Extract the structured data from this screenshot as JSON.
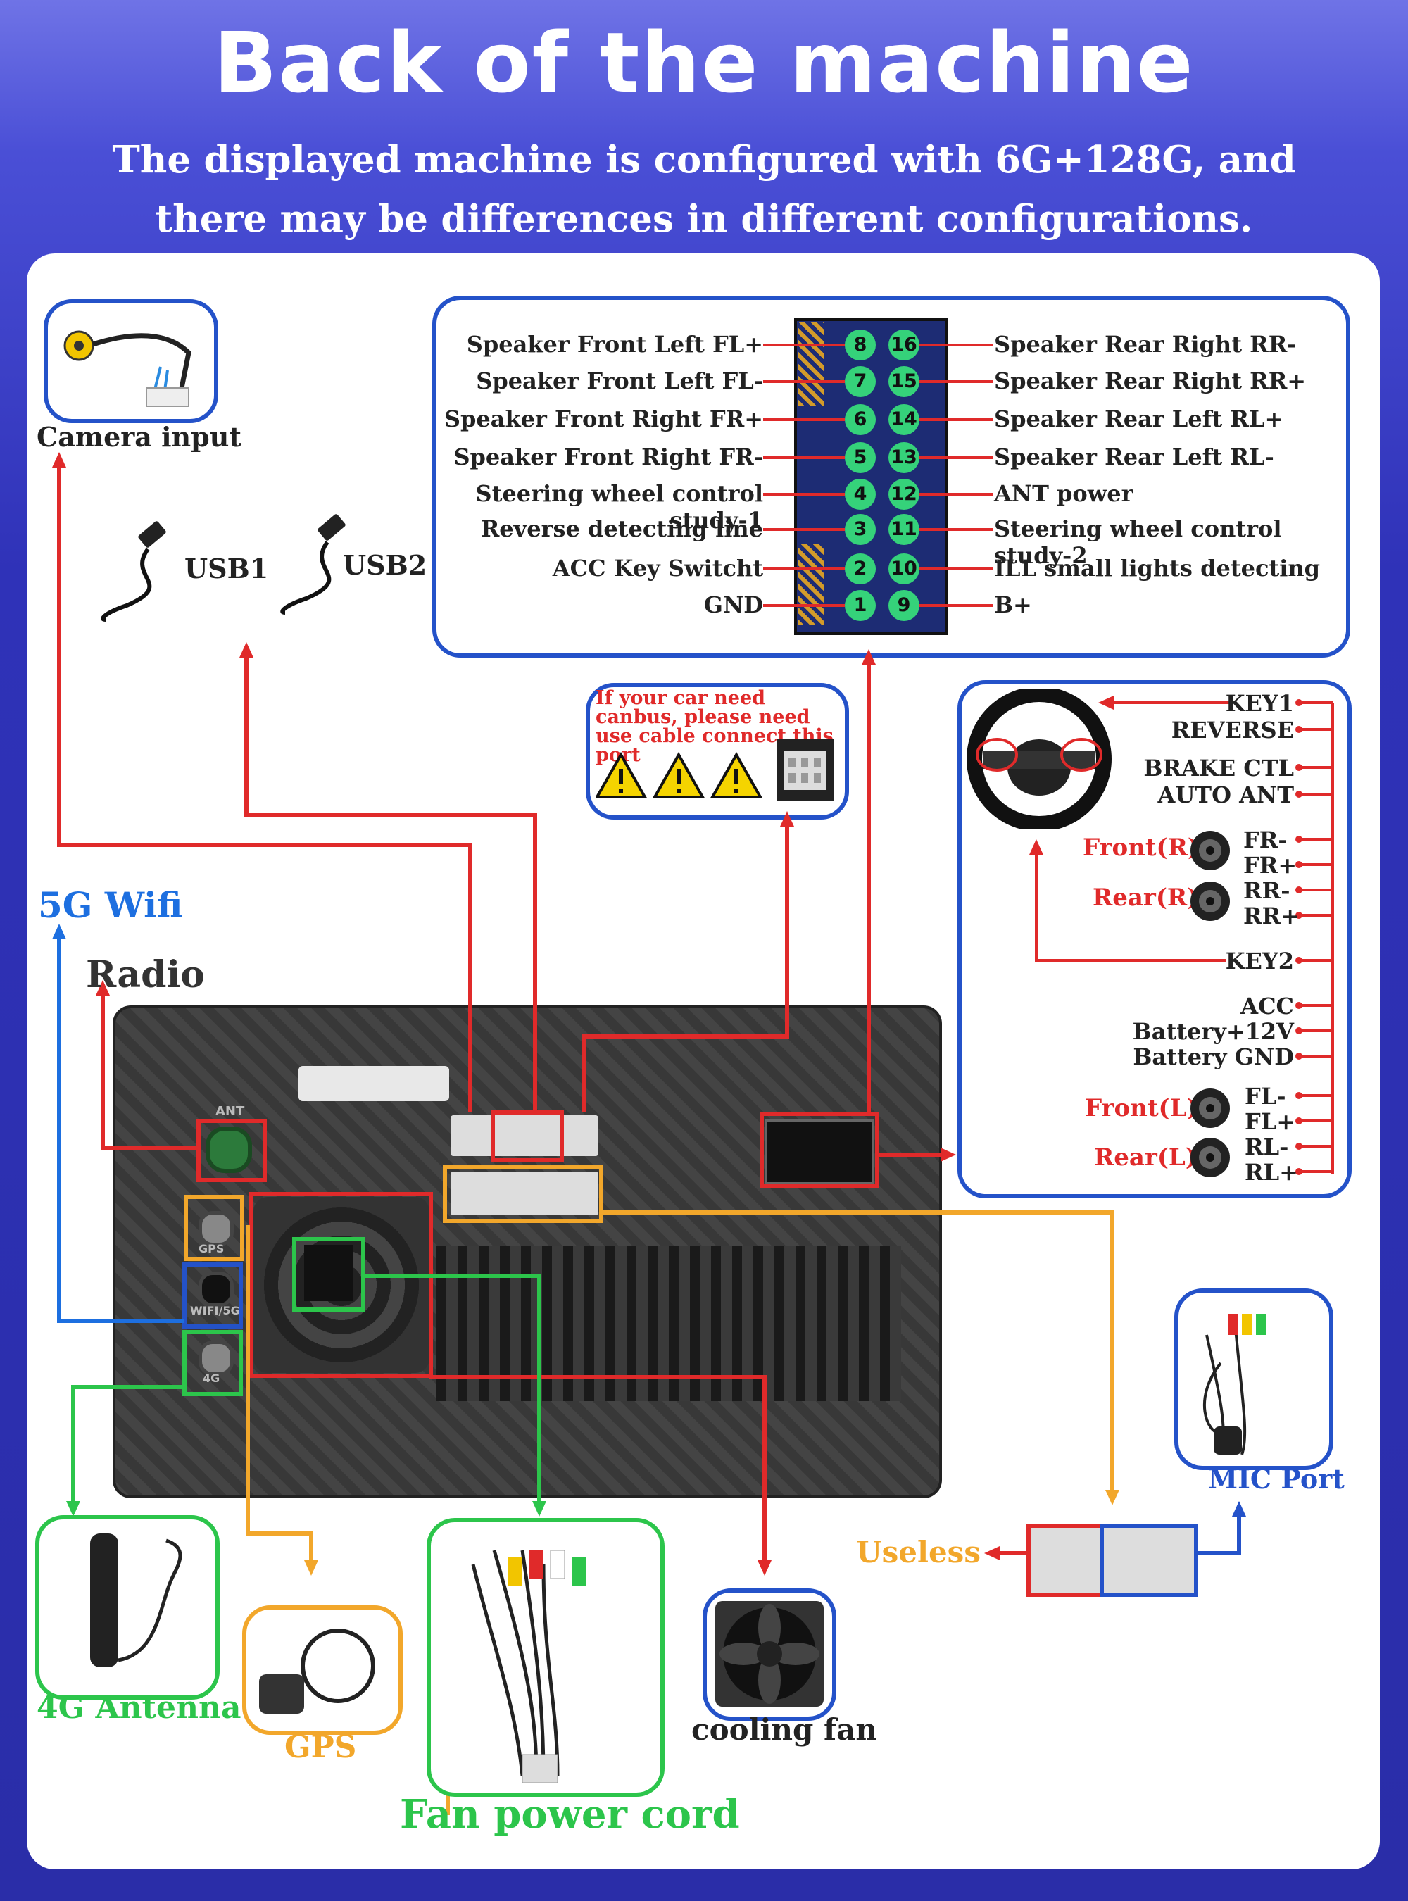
{
  "header": {
    "title": "Back of the machine",
    "subtitle": "The displayed machine is configured with 6G+128G, and there may be differences in different configurations."
  },
  "labels": {
    "camera_input": "Camera input",
    "usb1": "USB1",
    "usb2": "USB2",
    "wifi": "5G Wifi",
    "radio": "Radio",
    "antenna_4g": "4G Antenna",
    "gps": "GPS",
    "fan_power_cord": "Fan power cord",
    "cooling_fan": "cooling fan",
    "useless": "Useless",
    "mic_port": "MIC Port"
  },
  "canbus_note": "If your car need canbus, please need use cable connect this port",
  "pinout": {
    "left": [
      {
        "label": "Speaker Front Left FL+",
        "num": "8"
      },
      {
        "label": "Speaker Front Left FL-",
        "num": "7"
      },
      {
        "label": "Speaker Front Right FR+",
        "num": "6"
      },
      {
        "label": "Speaker Front Right FR-",
        "num": "5"
      },
      {
        "label": "Steering wheel control study-1",
        "num": "4"
      },
      {
        "label": "Reverse detecting line",
        "num": "3"
      },
      {
        "label": "ACC Key Switcht",
        "num": "2"
      },
      {
        "label": "GND",
        "num": "1"
      }
    ],
    "right": [
      {
        "label": "Speaker Rear Right RR-",
        "num": "16"
      },
      {
        "label": "Speaker Rear Right RR+",
        "num": "15"
      },
      {
        "label": "Speaker Rear Left RL+",
        "num": "14"
      },
      {
        "label": "Speaker Rear Left RL-",
        "num": "13"
      },
      {
        "label": "ANT power",
        "num": "12"
      },
      {
        "label": "Steering wheel control study-2",
        "num": "11"
      },
      {
        "label": "ILL small lights detecting",
        "num": "10"
      },
      {
        "label": "B+",
        "num": "9"
      }
    ]
  },
  "harness": {
    "top": [
      "KEY1",
      "REVERSE",
      "BRAKE CTL",
      "AUTO ANT"
    ],
    "front_r": "Front(R)",
    "rear_r": "Rear(R)",
    "r_pins": [
      "FR-",
      "FR+",
      "RR-",
      "RR+"
    ],
    "key2": "KEY2",
    "power": [
      "ACC",
      "Battery+12V",
      "Battery GND"
    ],
    "front_l": "Front(L)",
    "rear_l": "Rear(L)",
    "l_pins": [
      "FL-",
      "FL+",
      "RL-",
      "RL+"
    ]
  },
  "device_markings": {
    "ant": "ANT",
    "gps": "GPS",
    "wifi": "WIFI/5G",
    "g4": "4G"
  },
  "colors": {
    "red": "#e02a2a",
    "blue": "#2452c9",
    "wifi_blue": "#1d6fe0",
    "green": "#2cc54b",
    "orange": "#f2a72b",
    "pin_green": "#35d27a"
  }
}
